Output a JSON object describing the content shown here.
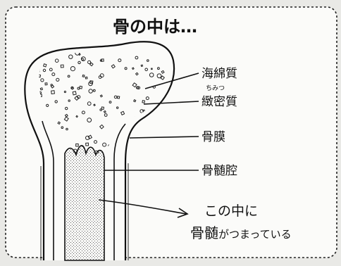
{
  "title": "骨の中は…",
  "labels": {
    "spongy_bone": "海綿質",
    "compact_bone": "緻密質",
    "compact_bone_ruby": "ちみつ",
    "periosteum": "骨膜",
    "marrow_cavity": "骨髄腔"
  },
  "note": {
    "line1": "この中に",
    "line2_emphasis": "骨髄",
    "line2_rest": "がつまっている"
  }
}
